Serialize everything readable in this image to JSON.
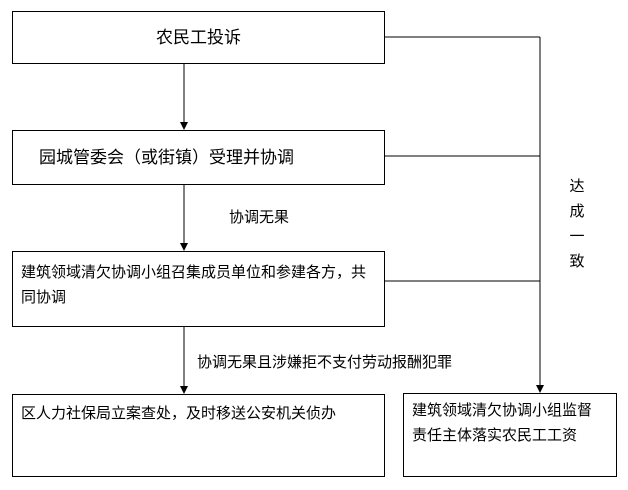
{
  "nodes": {
    "complaint": "农民工投诉",
    "park_committee": "园城管委会（或街镇）受理并协调",
    "arrears_group_convene": "建筑领域清欠协调小组召集成员单位和参建各方，共同协调",
    "police_transfer": "区人力社保局立案查处，及时移送公安机关侦办",
    "supervise_wages": "建筑领域清欠协调小组监督责任主体落实农民工工资"
  },
  "edges": {
    "no_result": "协调无果",
    "no_result_crime": "协调无果且涉嫌拒不支付劳动报酬犯罪",
    "agreement": "达成一致"
  }
}
